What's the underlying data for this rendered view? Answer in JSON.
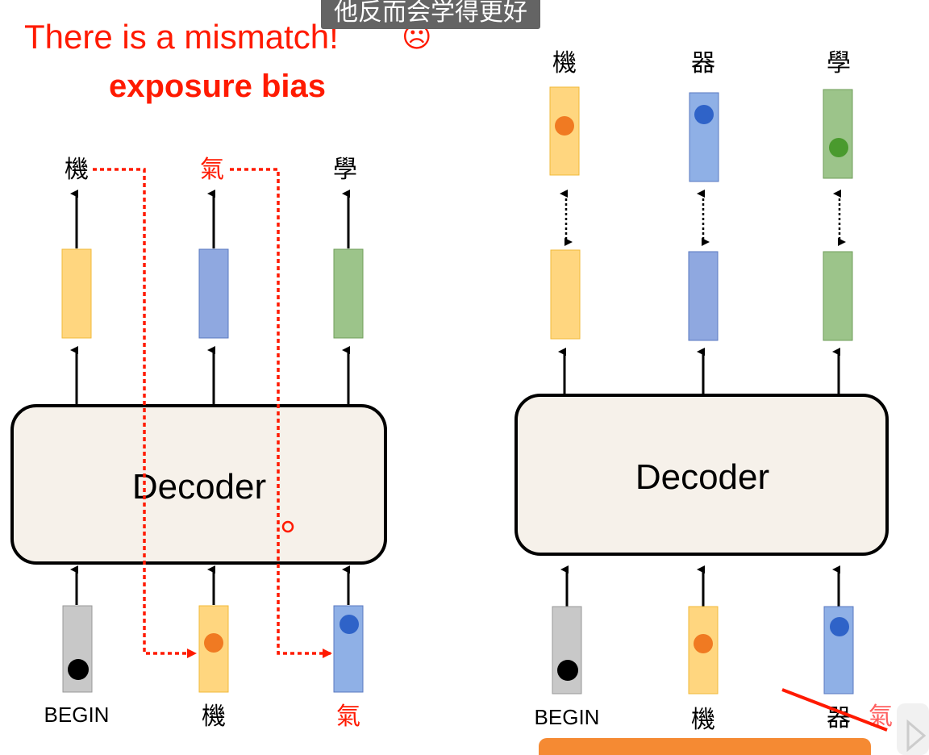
{
  "subtitle": "他反而会学得更好",
  "title": {
    "mismatch": "There is a mismatch!",
    "sad_icon": "☹",
    "bias": "exposure bias"
  },
  "colors": {
    "red": "#ff1a00",
    "yellow": "#ffd67f",
    "blue": "#8fb0e6",
    "green": "#8ebc6f",
    "gray": "#c8c8c8",
    "orange_dot": "#f07a22",
    "blue_dot": "#2f63c8",
    "green_dot": "#4a9a2e",
    "decoder_fill": "#f6f1ea"
  },
  "left": {
    "outputs": [
      "機",
      "氣",
      "學"
    ],
    "decoder_label": "Decoder",
    "inputs": [
      "BEGIN",
      "機",
      "氣"
    ]
  },
  "right": {
    "targets": [
      "機",
      "器",
      "學"
    ],
    "decoder_label": "Decoder",
    "inputs": [
      "BEGIN",
      "機",
      "器"
    ],
    "struck_alt": "氣"
  }
}
